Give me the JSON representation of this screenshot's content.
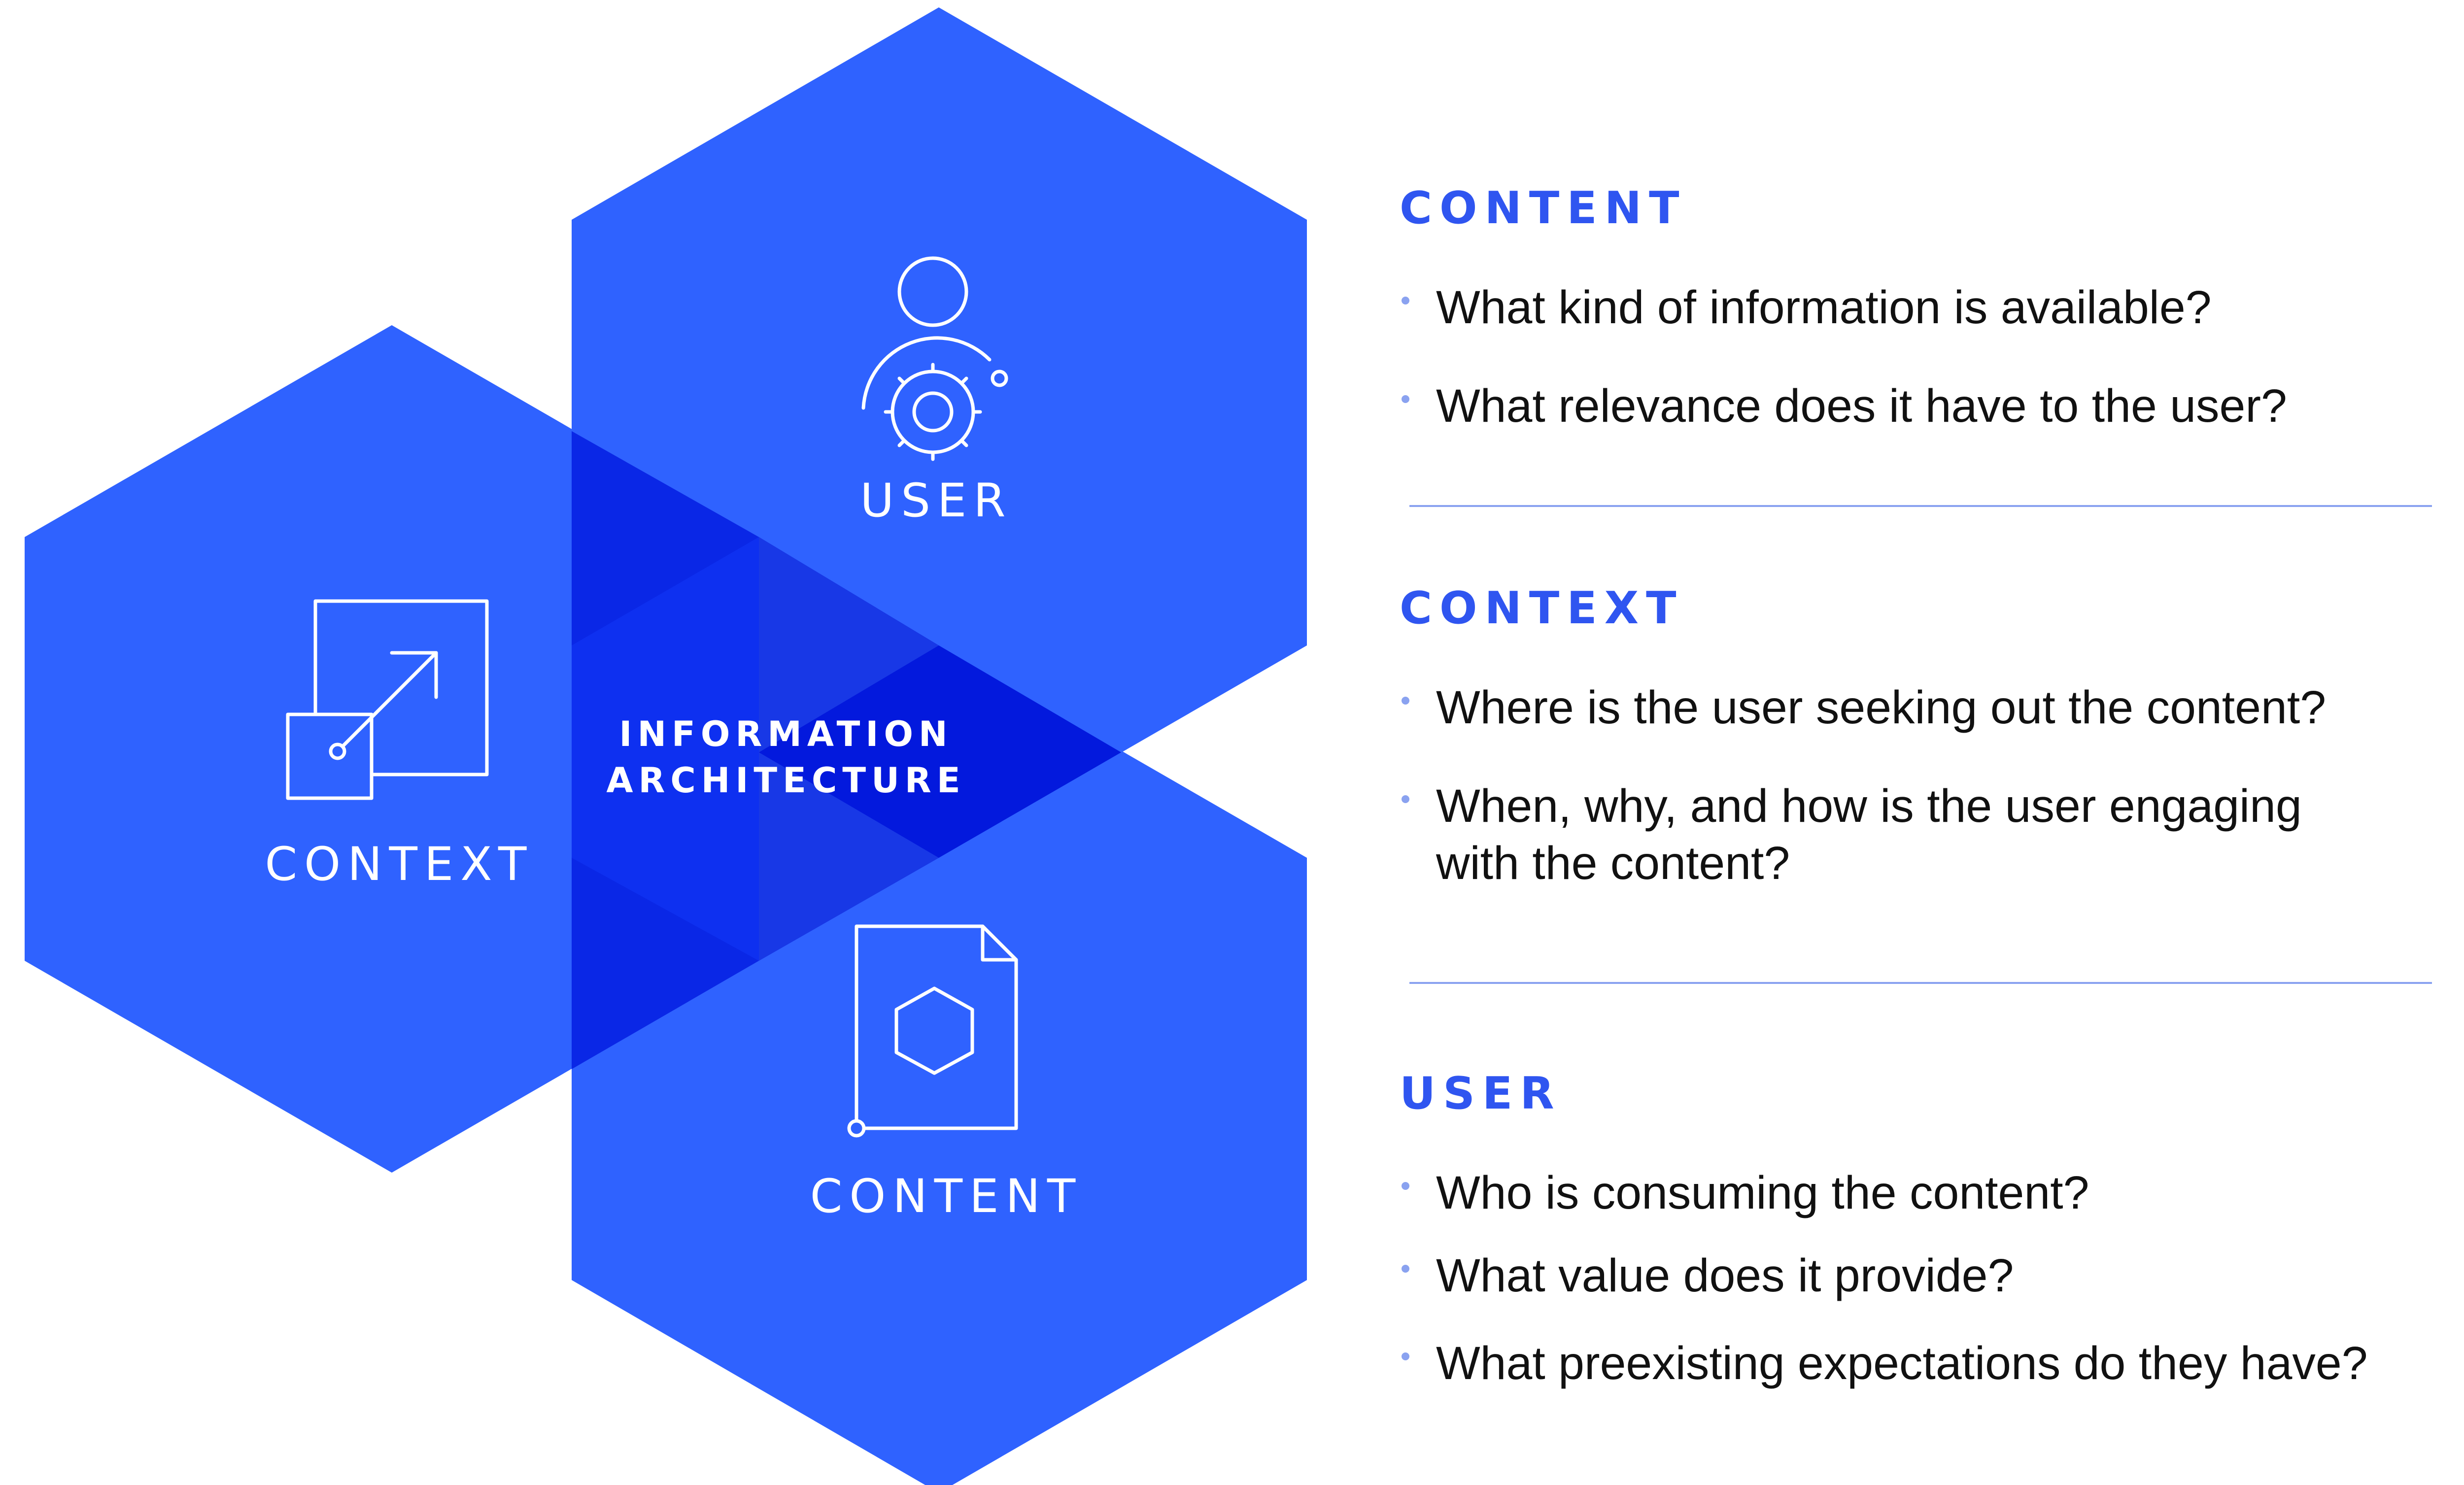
{
  "diagram": {
    "center_label_line1": "INFORMATION",
    "center_label_line2": "ARCHITECTURE",
    "hexagons": {
      "user": {
        "label": "USER",
        "icon": "user-gear-icon"
      },
      "context": {
        "label": "CONTEXT",
        "icon": "expand-arrow-icon"
      },
      "content": {
        "label": "CONTENT",
        "icon": "document-hexagon-icon"
      }
    },
    "colors": {
      "hex": "#2f62ff",
      "overlap": "#0a27e6",
      "core": "#0319dd",
      "accent": "#2f55f0",
      "bullet": "#8aa2f0"
    }
  },
  "sections": [
    {
      "title": "CONTENT",
      "questions": [
        "What kind of information is available?",
        "What relevance does it have to the user?"
      ]
    },
    {
      "title": "CONTEXT",
      "questions": [
        "Where is the user seeking out the content?",
        "When, why, and how is the user engaging with the content?"
      ]
    },
    {
      "title": "USER",
      "questions": [
        "Who is consuming the content?",
        "What value does it provide?",
        "What preexisting expectations do they have?"
      ]
    }
  ]
}
